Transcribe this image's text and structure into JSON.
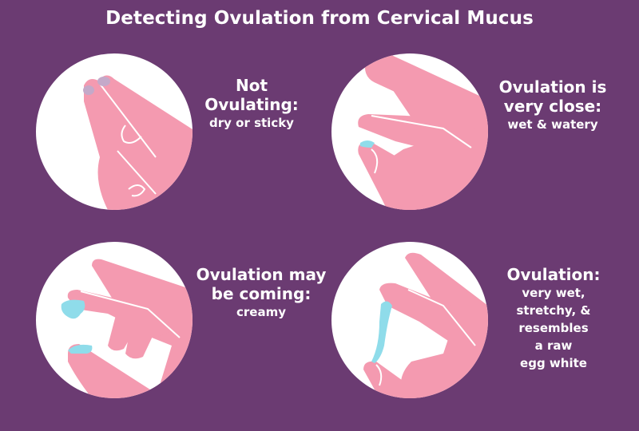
{
  "title": "Detecting Ovulation from Cervical Mucus",
  "colors": {
    "background": "#6b3b72",
    "circle": "#ffffff",
    "hand": "#f49ab0",
    "mucus": "#8fdcea",
    "dry_mucus": "#c4a9c9",
    "text": "#ffffff"
  },
  "panels": [
    {
      "illustration": "fingers-dry-icon",
      "heading_lines": [
        "Not Ovulating:"
      ],
      "description_lines": [
        "dry or sticky"
      ]
    },
    {
      "illustration": "fingers-wet-watery-icon",
      "heading_lines": [
        "Ovulation is",
        "very close:"
      ],
      "description_lines": [
        "wet & watery"
      ]
    },
    {
      "illustration": "fingers-creamy-icon",
      "heading_lines": [
        "Ovulation may",
        "be coming:"
      ],
      "description_lines": [
        "creamy"
      ]
    },
    {
      "illustration": "fingers-stretchy-icon",
      "heading_lines": [
        "Ovulation:"
      ],
      "description_lines": [
        "very wet,",
        "stretchy, &",
        "resembles",
        "a raw",
        "egg white"
      ]
    }
  ]
}
